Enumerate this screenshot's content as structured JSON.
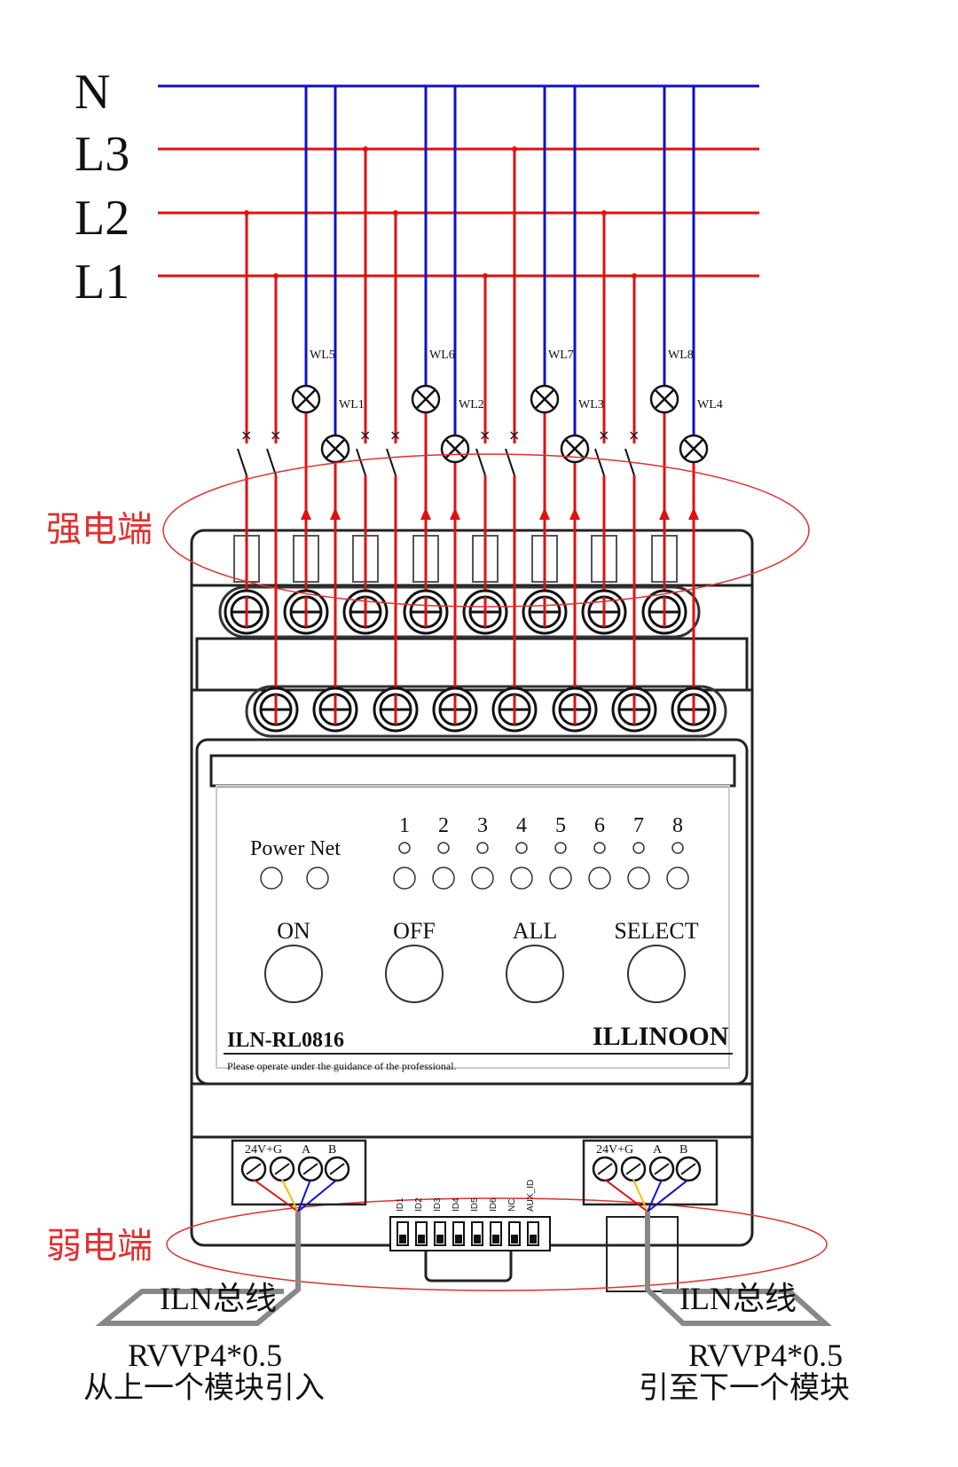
{
  "bus_labels": [
    "N",
    "L3",
    "L2",
    "L1"
  ],
  "lamp_labels_top": [
    "WL5",
    "WL6",
    "WL7",
    "WL8"
  ],
  "lamp_labels_bottom": [
    "WL1",
    "WL2",
    "WL3",
    "WL4"
  ],
  "zones": {
    "strong": "强电端",
    "weak": "弱电端"
  },
  "module": {
    "model": "ILN-RL0816",
    "brand": "ILLINOON",
    "notice": "Please operate under the guidance of the professional.",
    "indicator_labels": [
      "Power",
      "Net"
    ],
    "channel_numbers": [
      "1",
      "2",
      "3",
      "4",
      "5",
      "6",
      "7",
      "8"
    ],
    "buttons": [
      "ON",
      "OFF",
      "ALL",
      "SELECT"
    ],
    "bus_terminals": [
      "24V+",
      "G",
      "A",
      "B"
    ],
    "dip_labels": [
      "ID1",
      "ID2",
      "ID3",
      "ID4",
      "ID5",
      "ID6",
      "NC",
      "AUX_ID"
    ]
  },
  "cables": {
    "left": {
      "bus": "ILN总线",
      "spec": "RVVP4*0.5",
      "desc": "从上一个模块引入"
    },
    "right": {
      "bus": "ILN总线",
      "spec": "RVVP4*0.5",
      "desc": "引至下一个模块"
    }
  },
  "colors": {
    "neutral": "#1010cc",
    "phase": "#e01010",
    "zone_label": "#e03030",
    "outline": "#222222"
  }
}
